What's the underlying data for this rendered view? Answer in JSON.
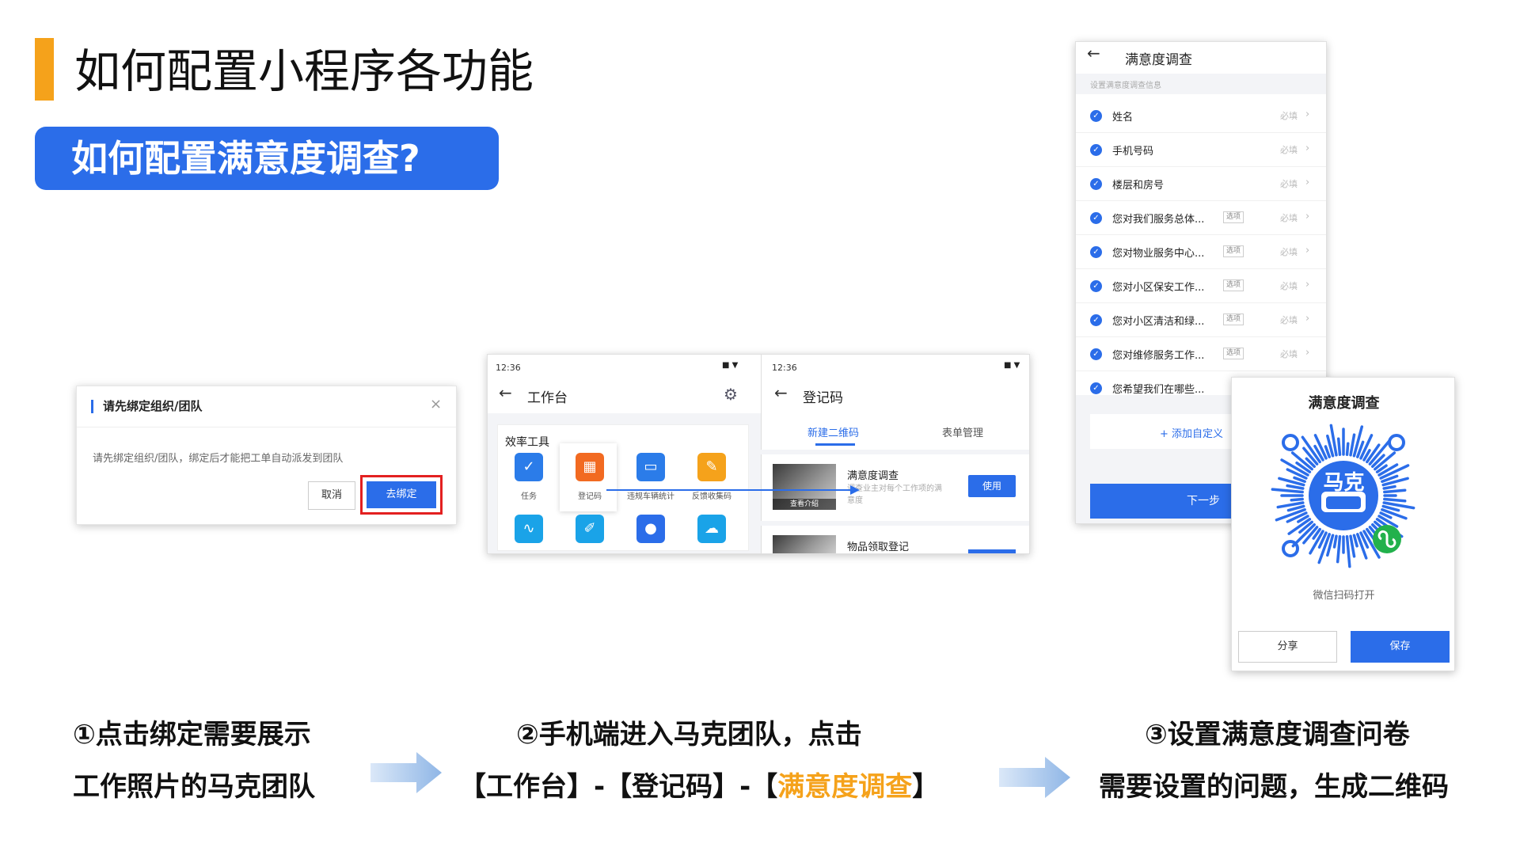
{
  "title": "如何配置小程序各功能",
  "subtitle": "如何配置满意度调查?",
  "dialog": {
    "title": "请先绑定组织/团队",
    "message": "请先绑定组织/团队，绑定后才能把工单自动派发到团队",
    "cancel": "取消",
    "confirm": "去绑定",
    "close": "×"
  },
  "workbench": {
    "time": "12:36",
    "title": "工作台",
    "section": "效率工具",
    "tools": [
      {
        "label": "任务",
        "icon": "task-icon",
        "color": "#2b7ce9"
      },
      {
        "label": "登记码",
        "icon": "qrcode-icon",
        "color": "#f26a21"
      },
      {
        "label": "违规车辆统计",
        "icon": "car-icon",
        "color": "#2b7ce9"
      },
      {
        "label": "反馈收集码",
        "icon": "feedback-icon",
        "color": "#f5a21b"
      },
      {
        "label": "",
        "icon": "route-icon",
        "color": "#1aa3e8"
      },
      {
        "label": "",
        "icon": "pencil-icon",
        "color": "#1aa3e8"
      },
      {
        "label": "",
        "icon": "person-icon",
        "color": "#2b6de9"
      },
      {
        "label": "",
        "icon": "cloud-icon",
        "color": "#1aa3e8"
      }
    ]
  },
  "regcode": {
    "time": "12:36",
    "title": "登记码",
    "tab_new": "新建二维码",
    "tab_manage": "表单管理",
    "item1_title": "满意度调查",
    "item1_desc": "调查业主对每个工作项的满意度",
    "item1_tag": "查看介绍",
    "item1_btn": "使用",
    "item2_title": "物品领取登记"
  },
  "survey": {
    "title": "满意度调查",
    "section": "设置满意度调查信息",
    "required": "必填",
    "optional": "选项",
    "rows": [
      {
        "text": "姓名",
        "opt": false
      },
      {
        "text": "手机号码",
        "opt": false
      },
      {
        "text": "楼层和房号",
        "opt": false
      },
      {
        "text": "您对我们服务总体...",
        "opt": true
      },
      {
        "text": "您对物业服务中心...",
        "opt": true
      },
      {
        "text": "您对小区保安工作...",
        "opt": true
      },
      {
        "text": "您对小区清洁和绿...",
        "opt": true
      },
      {
        "text": "您对维修服务工作...",
        "opt": true
      },
      {
        "text": "您希望我们在哪些...",
        "opt": false
      }
    ],
    "add_custom": "+ 添加自定义",
    "next": "下一步"
  },
  "qr": {
    "title": "满意度调查",
    "logo_text": "马克",
    "scan_hint": "微信扫码打开",
    "share": "分享",
    "save": "保存"
  },
  "captions": {
    "step1_line1": "①点击绑定需要展示",
    "step1_line2": "工作照片的马克团队",
    "step2_line1": "②手机端进入马克团队，点击",
    "step2_line2a": "【工作台】-【登记码】-【",
    "step2_line2b": "满意度调查",
    "step2_line2c": "】",
    "step3_line1": "③设置满意度调查问卷",
    "step3_line2": "需要设置的问题，生成二维码"
  },
  "colors": {
    "accent": "#2b6de9",
    "orange": "#f5a21b",
    "highlight_red": "#e32020",
    "arrow": "#a9c8ee"
  }
}
